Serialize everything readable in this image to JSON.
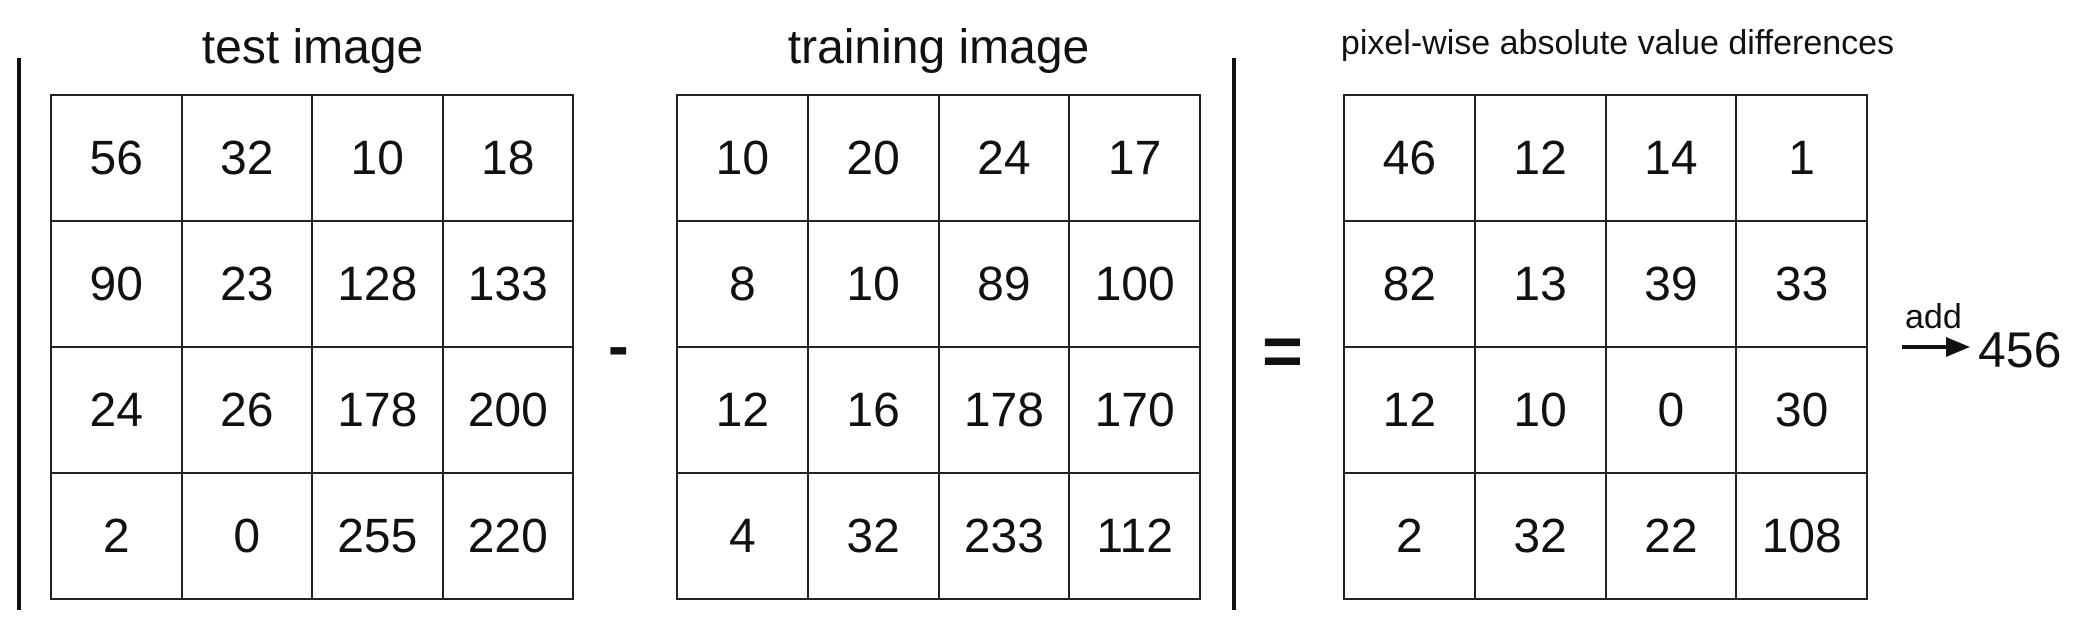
{
  "test_image": {
    "title": "test image",
    "values": [
      [
        56,
        32,
        10,
        18
      ],
      [
        90,
        23,
        128,
        133
      ],
      [
        24,
        26,
        178,
        200
      ],
      [
        2,
        0,
        255,
        220
      ]
    ]
  },
  "training_image": {
    "title": "training image",
    "values": [
      [
        10,
        20,
        24,
        17
      ],
      [
        8,
        10,
        89,
        100
      ],
      [
        12,
        16,
        178,
        170
      ],
      [
        4,
        32,
        233,
        112
      ]
    ]
  },
  "difference_image": {
    "title": "pixel-wise absolute value differences",
    "values": [
      [
        46,
        12,
        14,
        1
      ],
      [
        82,
        13,
        39,
        33
      ],
      [
        12,
        10,
        0,
        30
      ],
      [
        2,
        32,
        22,
        108
      ]
    ]
  },
  "operators": {
    "minus": "-",
    "equals": "="
  },
  "sum": {
    "label": "add",
    "value": "456"
  }
}
